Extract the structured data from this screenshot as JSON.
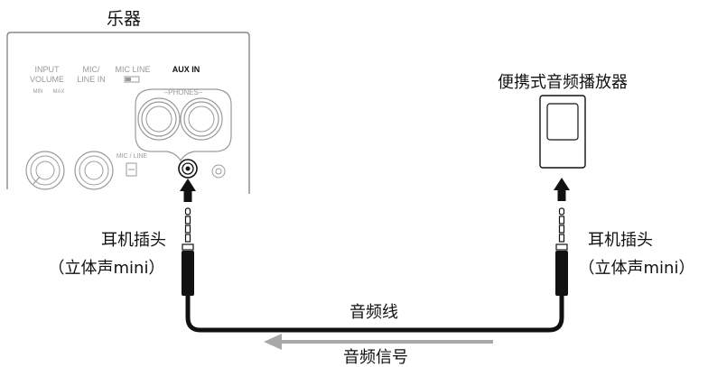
{
  "labels": {
    "instrument": "乐器",
    "player": "便携式音频播放器",
    "plug_left_line1": "耳机插头",
    "plug_left_line2": "（立体声mini）",
    "plug_right_line1": "耳机插头",
    "plug_right_line2": "（立体声mini）",
    "cable": "音频线",
    "signal": "音频信号"
  },
  "panel": {
    "input_volume_1": "INPUT",
    "input_volume_2": "VOLUME",
    "min": "MIN",
    "max": "MAX",
    "mic_line_in_1": "MIC/",
    "mic_line_in_2": "LINE IN",
    "mic_line_switch": "MIC  LINE",
    "aux_in": "AUX IN",
    "phones": "–PHONES–",
    "mic_line_small": "MIC / LINE"
  },
  "colors": {
    "line": "#111111",
    "panel_stroke": "#888888",
    "panel_text": "#9a9a9a",
    "signal_arrow": "#a8a8a8"
  }
}
